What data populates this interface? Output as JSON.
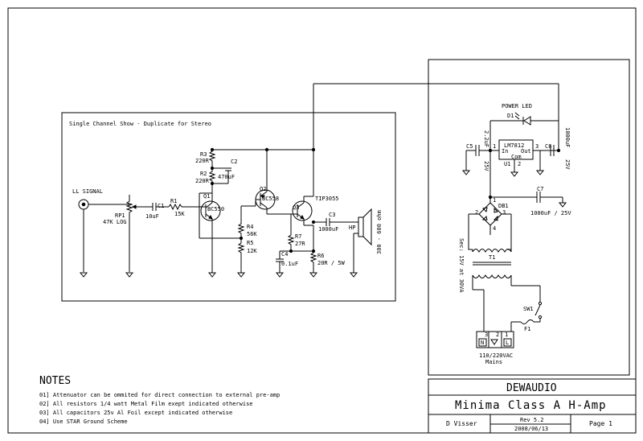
{
  "amp_box": {
    "title": "Single Channel Show - Duplicate for Stereo"
  },
  "input": {
    "label": "LL SIGNAL"
  },
  "rp1": {
    "ref": "RP1",
    "value": "47K LOG"
  },
  "c1": {
    "ref": "C1",
    "value": "10uF"
  },
  "r1": {
    "ref": "R1",
    "value": "15K"
  },
  "r3": {
    "ref": "R3",
    "value": "220R"
  },
  "r2": {
    "ref": "R2",
    "value": "220R"
  },
  "c2": {
    "ref": "C2",
    "value": "470uF"
  },
  "q1": {
    "ref": "Q1",
    "part": "BC550"
  },
  "q2": {
    "ref": "Q2",
    "part": "BC558"
  },
  "q3": {
    "ref": "Q3",
    "part": "TIP3055"
  },
  "r4": {
    "ref": "R4",
    "value": "56K"
  },
  "r5": {
    "ref": "R5",
    "value": "12K"
  },
  "r7": {
    "ref": "R7",
    "value": "27R"
  },
  "c4": {
    "ref": "C4",
    "value": "0.1uF"
  },
  "r6": {
    "ref": "R6",
    "value": "20R / 5W"
  },
  "c3": {
    "ref": "C3",
    "value": "1000uF"
  },
  "speaker": {
    "ref": "HP",
    "value": "300 - 600 ohm"
  },
  "psu": {
    "power_led": "POWER LED",
    "d1": "D1",
    "reg_part": "LM7812",
    "reg_in": "In",
    "reg_out": "Out",
    "reg_com": "Com",
    "u1": "U1",
    "pin1": "1",
    "pin2": "2",
    "pin3": "3",
    "c5": "C5",
    "c5_value": "2.2uF",
    "c5_volt": "25V",
    "c6": "C6",
    "c6_value": "1000uF",
    "c6_volt": "25V",
    "c7": "C7",
    "c7_value": "1000uF / 25V",
    "db1": "DB1",
    "db_p1": "1",
    "db_p2": "2",
    "db_p3": "3",
    "db_p4": "4",
    "t1": "T1",
    "t1_sec": "Sec: 15V at 30VA",
    "sw1": "SW1",
    "f1": "F1",
    "conn_pins": [
      "3",
      "2",
      "1"
    ],
    "conn_n": "N",
    "conn_l": "L",
    "mains_v": "110/220VAC",
    "mains": "Mains"
  },
  "notes": {
    "heading": "NOTES",
    "items": [
      "01] Attenuator can be ommited for direct connection to external pre-amp",
      "02] All resistors 1/4 watt Metal Film exept indicated otherwise",
      "03] All capacitors 25v Al Foil except indicated otherwise",
      "04] Use STAR Ground Scheme"
    ]
  },
  "title_block": {
    "company": "DEWAUDIO",
    "title": "Minima Class A H-Amp",
    "author": "D Visser",
    "rev": "Rev 5.2",
    "date": "2008/06/13",
    "page": "Page 1"
  }
}
